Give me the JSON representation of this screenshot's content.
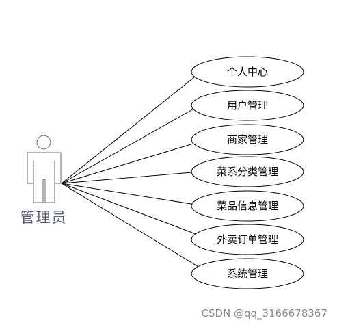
{
  "actor": {
    "label": "管理员"
  },
  "use_cases": [
    {
      "label": "个人中心"
    },
    {
      "label": "用户管理"
    },
    {
      "label": "商家管理"
    },
    {
      "label": "菜系分类管理"
    },
    {
      "label": "菜品信息管理"
    },
    {
      "label": "外卖订单管理"
    },
    {
      "label": "系统管理"
    }
  ],
  "watermark": "CSDN @qq_3166678367",
  "colors": {
    "line": "#000000",
    "actor_stroke": "#6b6b6b",
    "actor_label": "#5a5f7a",
    "watermark": "#8a8a8a"
  }
}
